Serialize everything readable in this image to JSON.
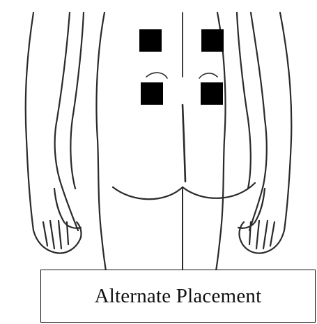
{
  "figure": {
    "illustration": "back-of-torso-line-drawing",
    "electrode_pads": [
      {
        "name": "upper-left"
      },
      {
        "name": "upper-right"
      },
      {
        "name": "lower-left"
      },
      {
        "name": "lower-right"
      }
    ],
    "colors": {
      "line": "#2a2a2a",
      "pad": "#000000",
      "background": "#ffffff"
    }
  },
  "caption": {
    "text": "Alternate Placement"
  }
}
